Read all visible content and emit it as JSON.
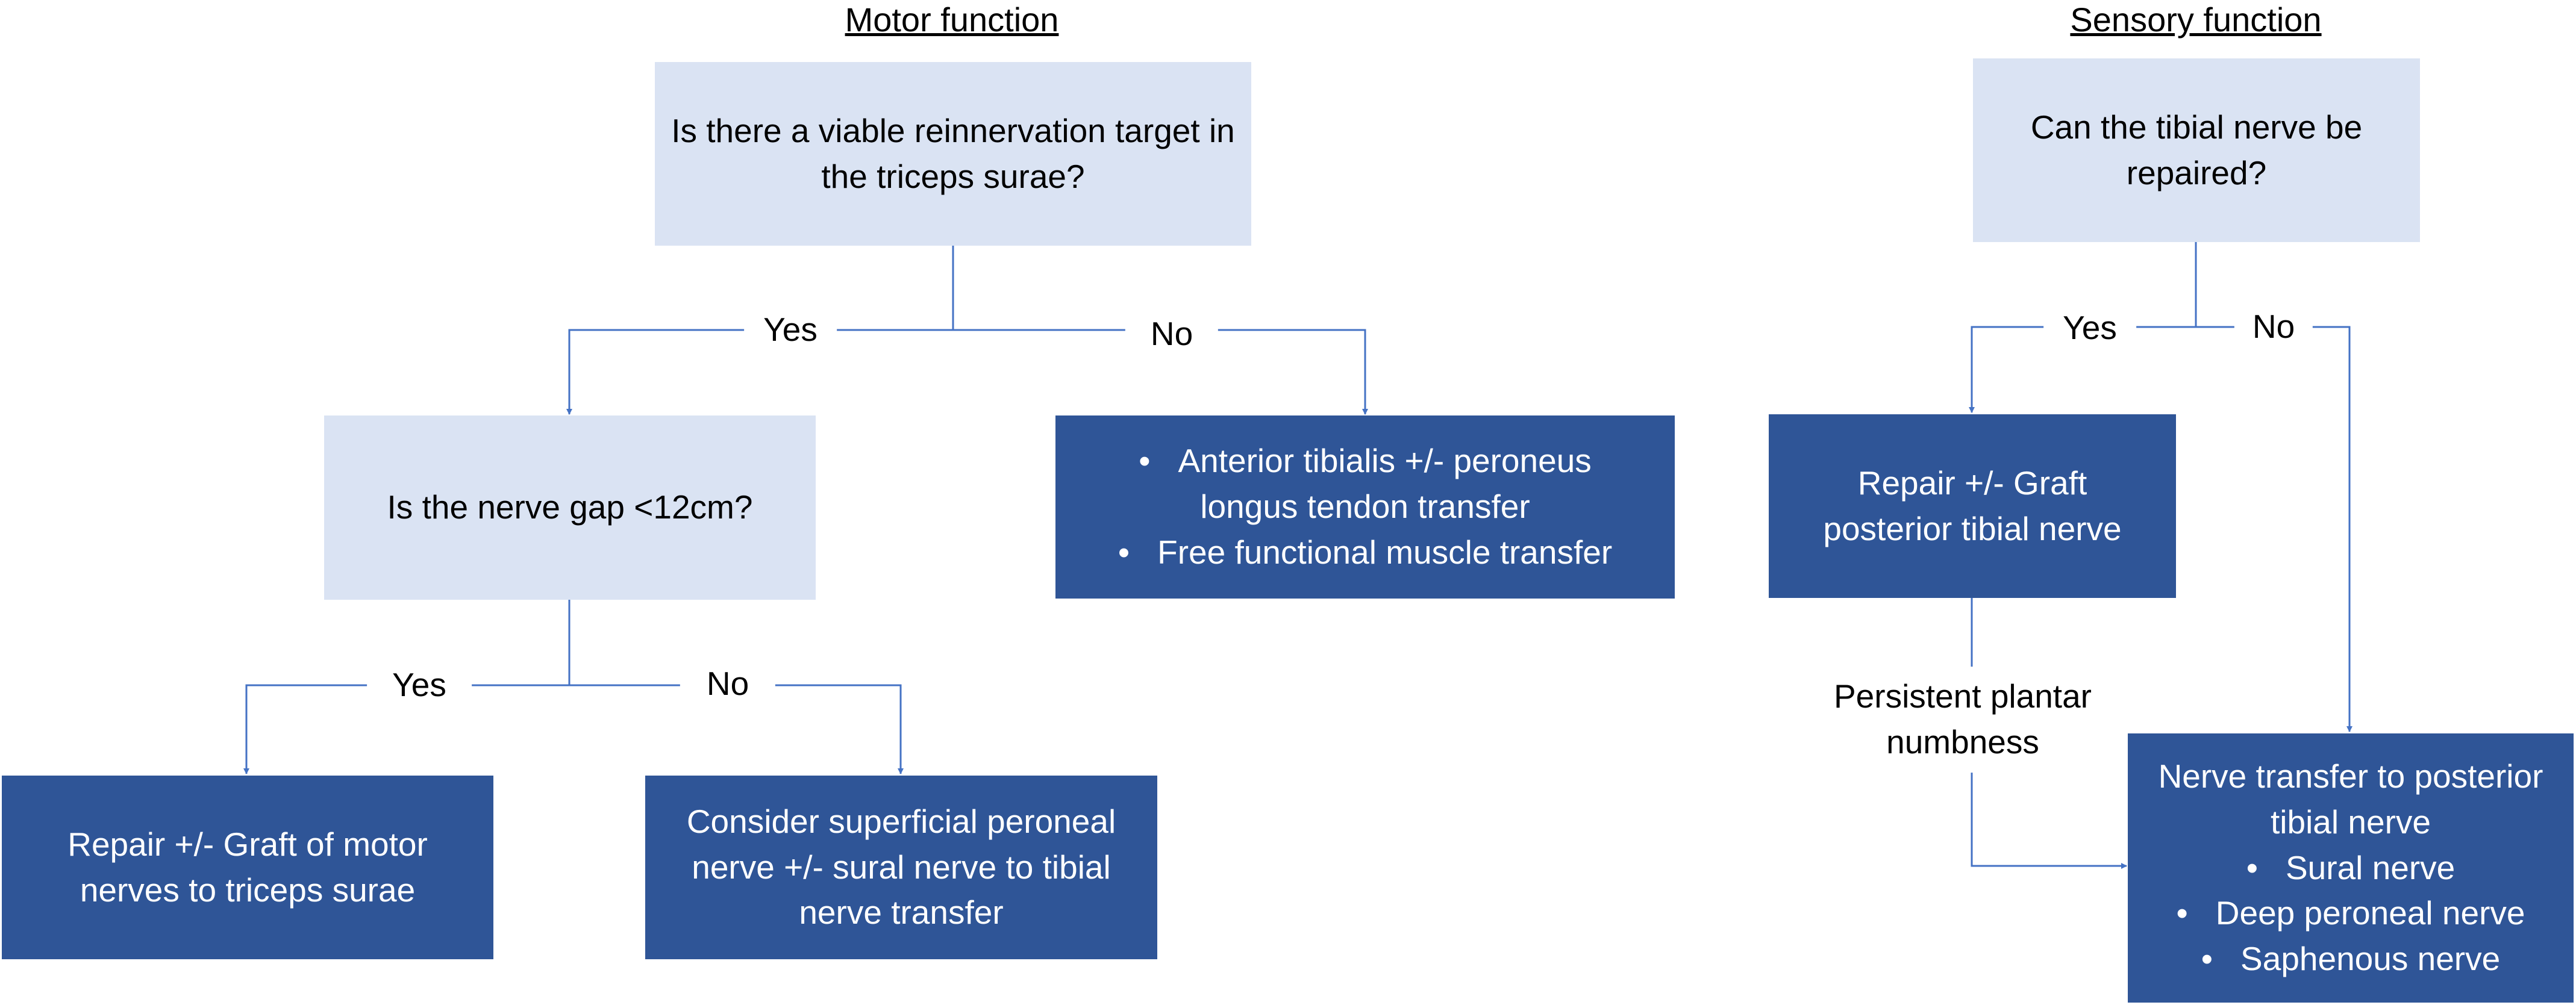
{
  "motor": {
    "heading": "Motor function",
    "q1": "Is there a viable reinnervation target in the triceps surae?",
    "q1_yes": "Yes",
    "q1_no": "No",
    "q2": "Is the nerve gap <12cm?",
    "q2_yes": "Yes",
    "q2_no": "No",
    "outcome_repair": "Repair +/- Graft of motor nerves to triceps surae",
    "outcome_transfer": "Consider superficial peroneal nerve +/- sural nerve to tibial nerve transfer",
    "outcome_tendon": [
      "Anterior tibialis +/- peroneus longus tendon transfer",
      "Free functional muscle transfer"
    ]
  },
  "sensory": {
    "heading": "Sensory function",
    "q1": "Can the tibial nerve be repaired?",
    "q1_yes": "Yes",
    "q1_no": "No",
    "outcome_repair": "Repair +/- Graft posterior tibial nerve",
    "persistent_label": "Persistent plantar numbness",
    "outcome_transfer_title": "Nerve transfer to posterior tibial nerve",
    "outcome_transfer_items": [
      "Sural nerve",
      "Deep peroneal nerve",
      "Saphenous nerve"
    ]
  },
  "colors": {
    "light_box": "#dae3f3",
    "dark_box": "#2f5597",
    "connector": "#4472c4"
  }
}
